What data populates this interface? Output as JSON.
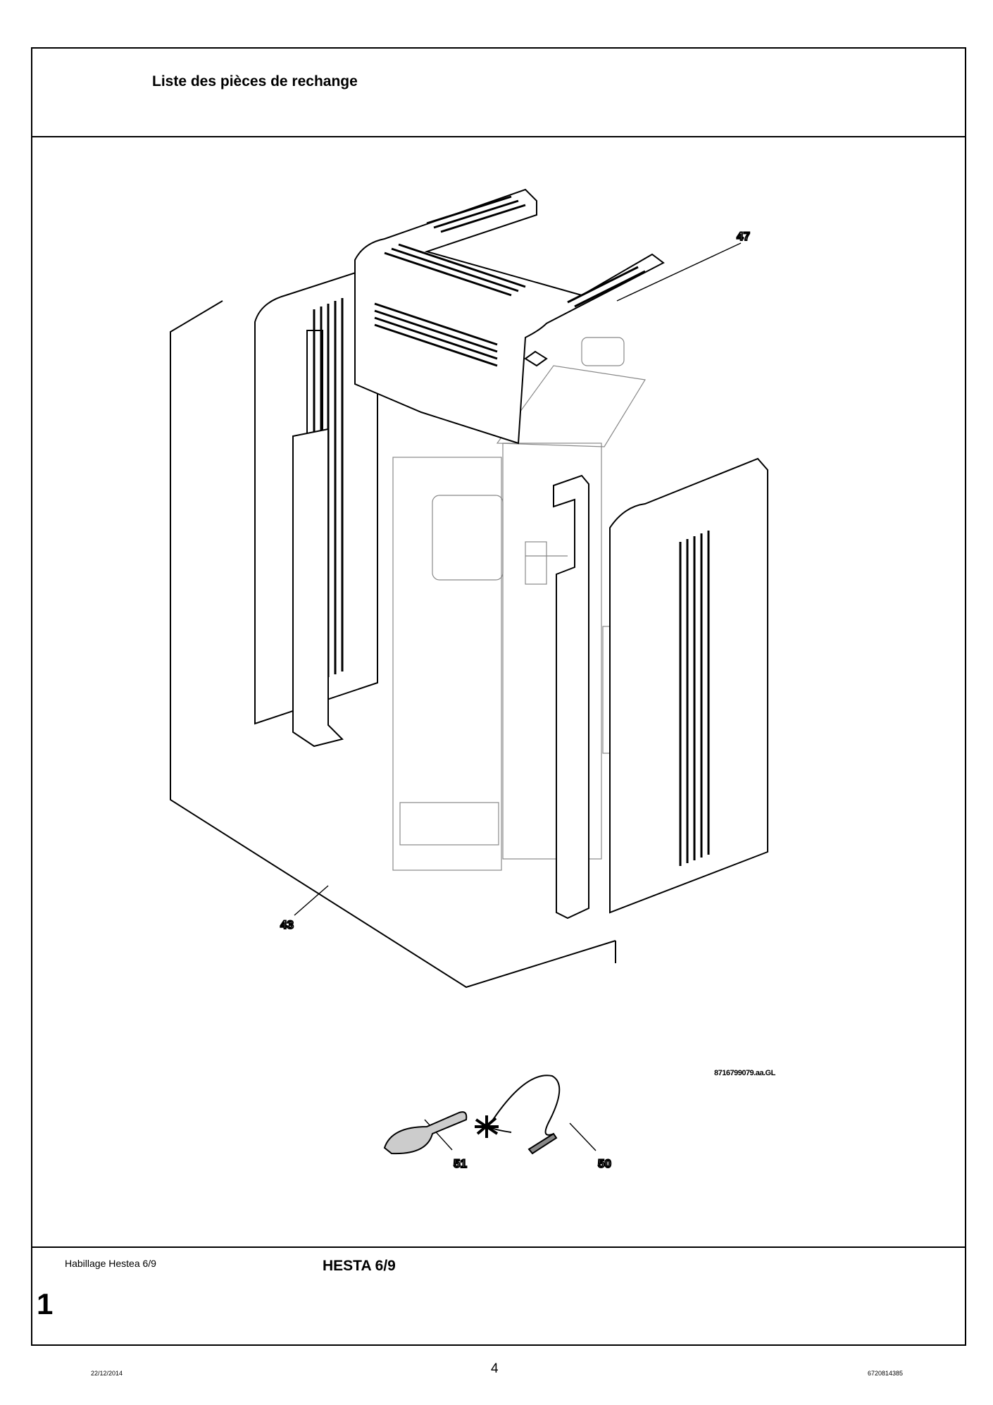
{
  "header": {
    "title": "Liste des pièces de rechange"
  },
  "drawing": {
    "reference": "8716799079.aa.GL",
    "callouts": {
      "c47": "47",
      "c43": "43",
      "c51": "51",
      "c50": "50"
    }
  },
  "footer": {
    "description": "Habillage Hestea 6/9",
    "model": "HESTA 6/9",
    "section": "1"
  },
  "bottom": {
    "date": "22/12/2014",
    "page": "4",
    "doc_number": "6720814385"
  }
}
